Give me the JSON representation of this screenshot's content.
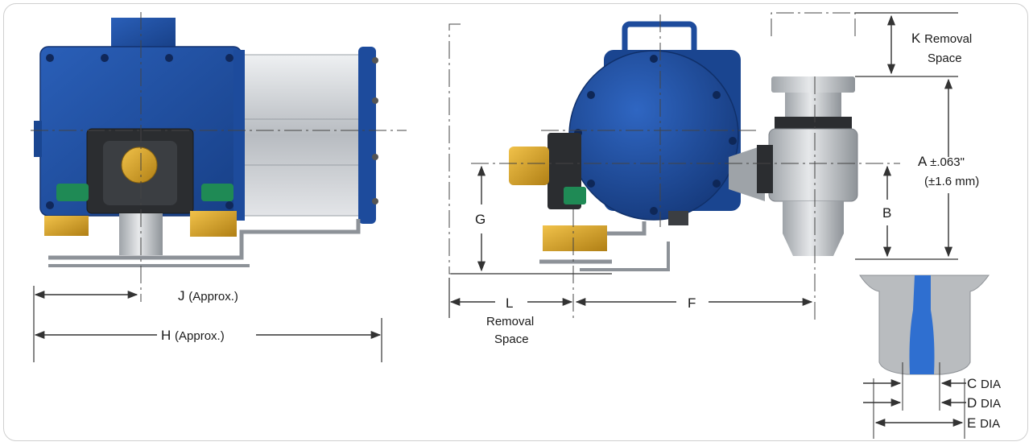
{
  "colors": {
    "housing_blue": "#1f4fa0",
    "housing_dark": "#163b7c",
    "cylinder_silver": "#c9ccd0",
    "brass": "#d4a02a",
    "green_fitting": "#1f8a55",
    "dimension_line": "#333333"
  },
  "labels": {
    "j_letter": "J",
    "j_note": "(Approx.)",
    "h_letter": "H",
    "h_note": "(Approx.)",
    "k_letter": "K",
    "k_note_1": "Removal",
    "k_note_2": "Space",
    "a_letter": "A",
    "a_tol": "±.063\"",
    "a_tol_mm": "(±1.6 mm)",
    "b_letter": "B",
    "g_letter": "G",
    "l_letter": "L",
    "l_note_1": "Removal",
    "l_note_2": "Space",
    "f_letter": "F",
    "c_letter": "C",
    "c_note": "DIA",
    "d_letter": "D",
    "d_note": "DIA",
    "e_letter": "E",
    "e_note": "DIA"
  }
}
